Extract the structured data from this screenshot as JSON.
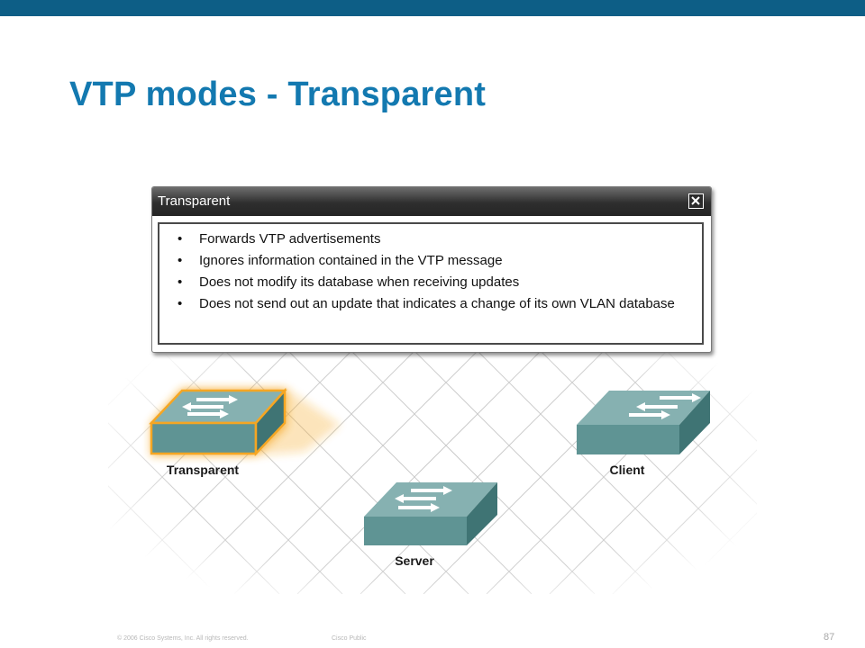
{
  "slide": {
    "title": "VTP modes  - Transparent",
    "page_number": "87",
    "copyright": "© 2006 Cisco Systems, Inc. All rights reserved.",
    "classification": "Cisco Public"
  },
  "popup": {
    "title": "Transparent",
    "bullets": [
      "Forwards VTP advertisements",
      "Ignores information contained in the VTP message",
      "Does not modify its database when receiving updates",
      "Does not send out an update that indicates a change of its own VLAN database"
    ]
  },
  "switches": [
    {
      "label": "Transparent",
      "highlighted": true
    },
    {
      "label": "Client",
      "highlighted": false
    },
    {
      "label": "Server",
      "highlighted": false
    }
  ],
  "colors": {
    "top_bar": "#0d5e86",
    "title": "#1379b0",
    "switch_top": "#86b1b1",
    "switch_front": "#5f9494",
    "switch_side": "#3f7474",
    "highlight": "#f5a623"
  }
}
